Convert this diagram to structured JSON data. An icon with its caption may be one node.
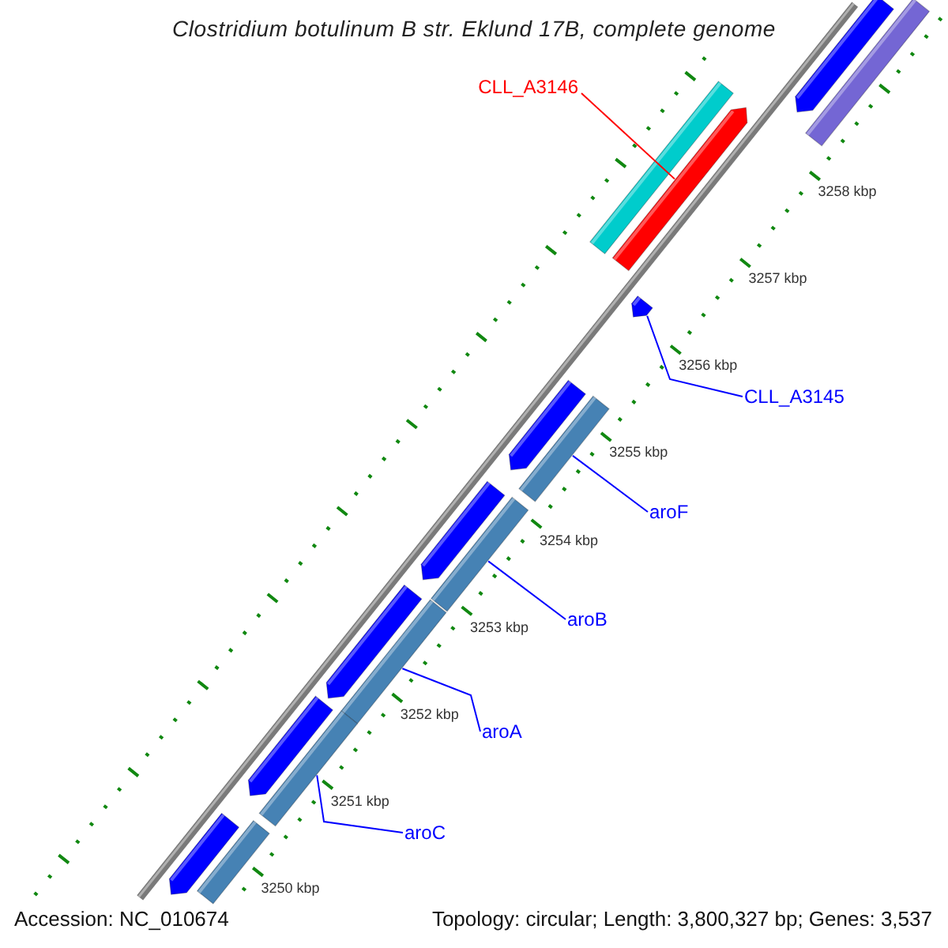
{
  "diagram": {
    "title": "Clostridium botulinum B str. Eklund 17B, complete genome",
    "nodes": [
      {
        "text": [
          "CLL_A3146"
        ]
      },
      {
        "text": [],
        "shape": "bar"
      },
      {
        "text": [],
        "shape": "bar"
      },
      {
        "text": [],
        "shape": "bar"
      },
      {
        "text": [],
        "shape": "bar"
      },
      {
        "text": [],
        "shape": "bar"
      },
      {
        "text": [
          "CLL_A3145"
        ]
      },
      {
        "text": [],
        "shape": "bar"
      },
      {
        "text": [],
        "shape": "bar"
      },
      {
        "text": [
          "aroF"
        ]
      },
      {
        "text": [],
        "shape": "bar"
      },
      {
        "text": [],
        "shape": "bar"
      },
      {
        "text": [
          "aroB"
        ]
      },
      {
        "text": [],
        "shape": "bar"
      },
      {
        "text": [],
        "shape": "bar"
      },
      {
        "text": [
          "aroA"
        ]
      },
      {
        "text": [],
        "shape": "bar"
      },
      {
        "text": [],
        "shape": "bar"
      },
      {
        "text": [
          "aroC"
        ]
      },
      {
        "text": [],
        "shape": "bar"
      },
      {
        "text": [],
        "shape": "bar"
      }
    ],
    "edges": [
      {
        "from": 0,
        "to": 4,
        "arrow": "none",
        "color": "#ff0000"
      },
      {
        "from": 6,
        "to": 5,
        "arrow": "none"
      },
      {
        "from": 9,
        "to": 8,
        "arrow": "none"
      },
      {
        "from": 12,
        "to": 11,
        "arrow": "none"
      },
      {
        "from": 15,
        "to": 14,
        "arrow": "none"
      },
      {
        "from": 18,
        "to": 17,
        "arrow": "none"
      }
    ],
    "labels": [
      "3258 kbp",
      "3257 kbp",
      "3256 kbp",
      "3255 kbp",
      "3254 kbp",
      "3253 kbp",
      "3252 kbp",
      "3251 kbp",
      "3250 kbp",
      "Accession: NC_010674",
      "Topology: circular; Length: 3,800,327 bp; Genes: 3,537"
    ]
  }
}
